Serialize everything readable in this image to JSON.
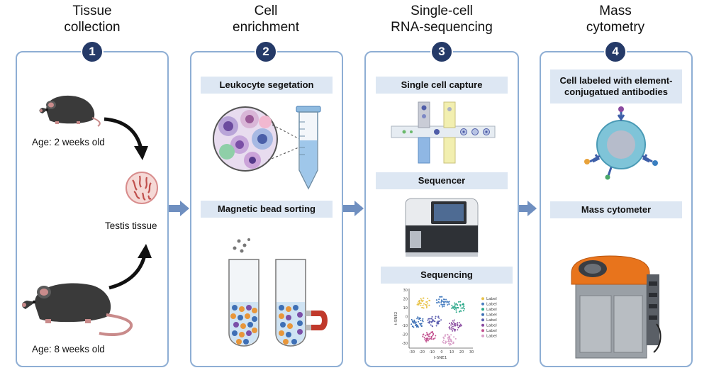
{
  "steps": [
    {
      "number": "1",
      "title": "Tissue\ncollection"
    },
    {
      "number": "2",
      "title": "Cell\nenrichment"
    },
    {
      "number": "3",
      "title": "Single-cell\nRNA-sequencing"
    },
    {
      "number": "4",
      "title": "Mass\ncytometry"
    }
  ],
  "panel1": {
    "mouse_young_label": "Age: 2 weeks old",
    "tissue_label": "Testis tissue",
    "mouse_adult_label": "Age: 8 weeks old"
  },
  "panel2": {
    "leukocyte_label": "Leukocyte segetation",
    "magnetic_label": "Magnetic bead sorting"
  },
  "panel3": {
    "capture_label": "Single cell capture",
    "sequencer_label": "Sequencer",
    "sequencing_label": "Sequencing",
    "tsne_xlabel": "t-SNE1",
    "tsne_ylabel": "t-SNE2",
    "tsne_x_ticks": [
      "-30",
      "-20",
      "-10",
      "0",
      "10",
      "20",
      "30"
    ],
    "tsne_y_ticks": [
      "30",
      "20",
      "10",
      "0",
      "-10",
      "-20",
      "-30"
    ],
    "legend": [
      "Label",
      "Label",
      "Label",
      "Label",
      "Label",
      "Label",
      "Label",
      "Label"
    ],
    "legend_colors": [
      "#e8c34a",
      "#4a7fc1",
      "#2aa889",
      "#3b6fb5",
      "#5c5fb0",
      "#8a4aa0",
      "#c24f8e",
      "#d9a0c8"
    ]
  },
  "panel4": {
    "labeled_label": "Cell labeled with element-\nconjugatued antibodies",
    "cytometer_label": "Mass cytometer"
  },
  "colors": {
    "border": "#8eaed4",
    "badge": "#253a68",
    "label_bg": "#dde7f3",
    "arrow": "#6f8fc0"
  }
}
